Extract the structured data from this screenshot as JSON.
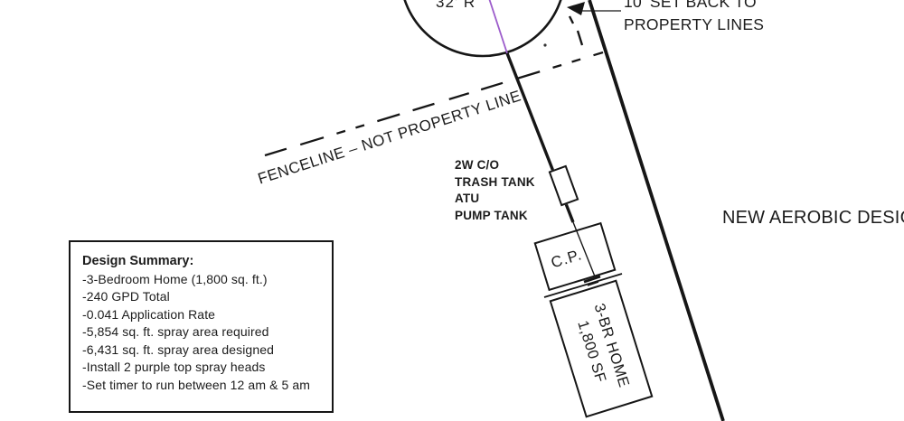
{
  "drawing": {
    "title": "NEW AEROBIC DESIGN",
    "labels": {
      "spray_radius": "32' R",
      "setback_line1": "10' SET BACK TO",
      "setback_line2": "PROPERTY LINES",
      "fenceline": "FENCELINE – NOT PROPERTY LINE",
      "tank_stack": [
        "2W C/O",
        "TRASH TANK",
        "ATU",
        "PUMP TANK"
      ],
      "control_panel": "C.P.",
      "home_line1": "3-BR HOME",
      "home_line2": "1,800 SF"
    },
    "design_summary": {
      "heading": "Design Summary:",
      "items": [
        "-3-Bedroom Home (1,800 sq. ft.)",
        "-240 GPD Total",
        "-0.041 Application Rate",
        "-5,854 sq. ft. spray area required",
        "-6,431 sq. ft. spray area designed",
        "-Install 2 purple top spray heads",
        "-Set timer to run between 12 am & 5 am"
      ]
    },
    "colors": {
      "line": "#1a1a1a",
      "spray_radius_line": "#9c5ccb"
    }
  }
}
